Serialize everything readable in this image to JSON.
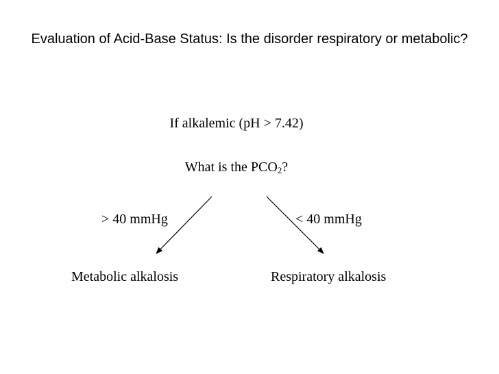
{
  "slide": {
    "title": "Evaluation of Acid-Base Status: Is the disorder respiratory or metabolic?",
    "condition": "If alkalemic (pH > 7.42)",
    "question": {
      "prefix": "What is the PCO",
      "subscript": "2",
      "suffix": "?"
    },
    "branches": {
      "left": {
        "label": "> 40 mmHg",
        "outcome": "Metabolic alkalosis"
      },
      "right": {
        "label": "< 40 mmHg",
        "outcome": "Respiratory alkalosis"
      }
    }
  }
}
